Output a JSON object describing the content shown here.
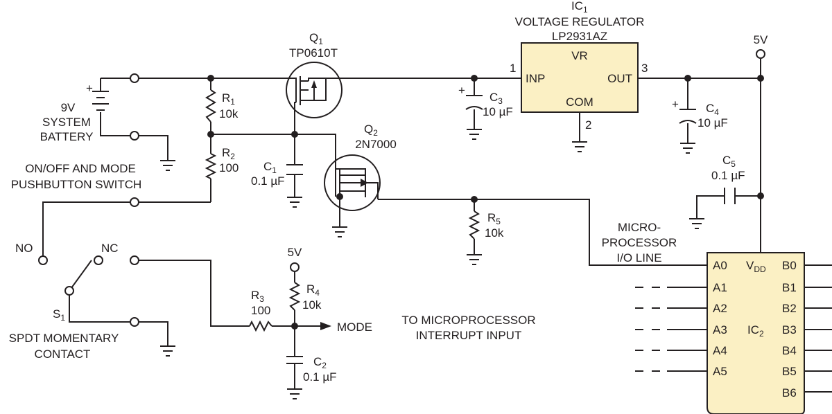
{
  "ic1": {
    "name": "IC",
    "sub": "1",
    "title": "VOLTAGE REGULATOR",
    "part": "LP2931AZ",
    "vr": "VR",
    "inp": "INP",
    "out": "OUT",
    "com": "COM",
    "pin1": "1",
    "pin2": "2",
    "pin3": "3",
    "fill": "#fbf0c4"
  },
  "rail5v_top": "5V",
  "q1": {
    "name": "Q",
    "sub": "1",
    "part": "TP0610T"
  },
  "q2": {
    "name": "Q",
    "sub": "2",
    "part": "2N7000"
  },
  "battery": {
    "line1": "9V",
    "line2": "SYSTEM",
    "line3": "BATTERY",
    "plus": "+"
  },
  "r1": {
    "name": "R",
    "sub": "1",
    "value": "10k"
  },
  "r2": {
    "name": "R",
    "sub": "2",
    "value": "100"
  },
  "r3": {
    "name": "R",
    "sub": "3",
    "value": "100"
  },
  "r4": {
    "name": "R",
    "sub": "4",
    "value": "10k"
  },
  "r5": {
    "name": "R",
    "sub": "5",
    "value": "10k"
  },
  "c1": {
    "name": "C",
    "sub": "1",
    "value": "0.1 µF"
  },
  "c2": {
    "name": "C",
    "sub": "2",
    "value": "0.1 µF"
  },
  "c3": {
    "name": "C",
    "sub": "3",
    "value": "10 µF",
    "plus": "+"
  },
  "c4": {
    "name": "C",
    "sub": "4",
    "value": "10 µF",
    "plus": "+"
  },
  "c5": {
    "name": "C",
    "sub": "5",
    "value": "0.1 µF"
  },
  "switch_label": {
    "line1": "ON/OFF AND MODE",
    "line2": "PUSHBUTTON SWITCH"
  },
  "no": "NO",
  "nc": "NC",
  "s1": {
    "name": "S",
    "sub": "1",
    "line1": "SPDT MOMENTARY",
    "line2": "CONTACT"
  },
  "r4_supply": "5V",
  "mode": "MODE",
  "interrupt": {
    "line1": "TO MICROPROCESSOR",
    "line2": "INTERRUPT INPUT"
  },
  "io_line": {
    "line1": "MICRO-",
    "line2": "PROCESSOR",
    "line3": "I/O LINE"
  },
  "ic2": {
    "name": "IC",
    "sub": "2",
    "vdd": "V",
    "vdd_sub": "DD",
    "fill": "#fbf0c4",
    "a_pins": [
      "A0",
      "A1",
      "A2",
      "A3",
      "A4",
      "A5"
    ],
    "b_pins": [
      "B0",
      "B1",
      "B2",
      "B3",
      "B4",
      "B5",
      "B6"
    ]
  }
}
